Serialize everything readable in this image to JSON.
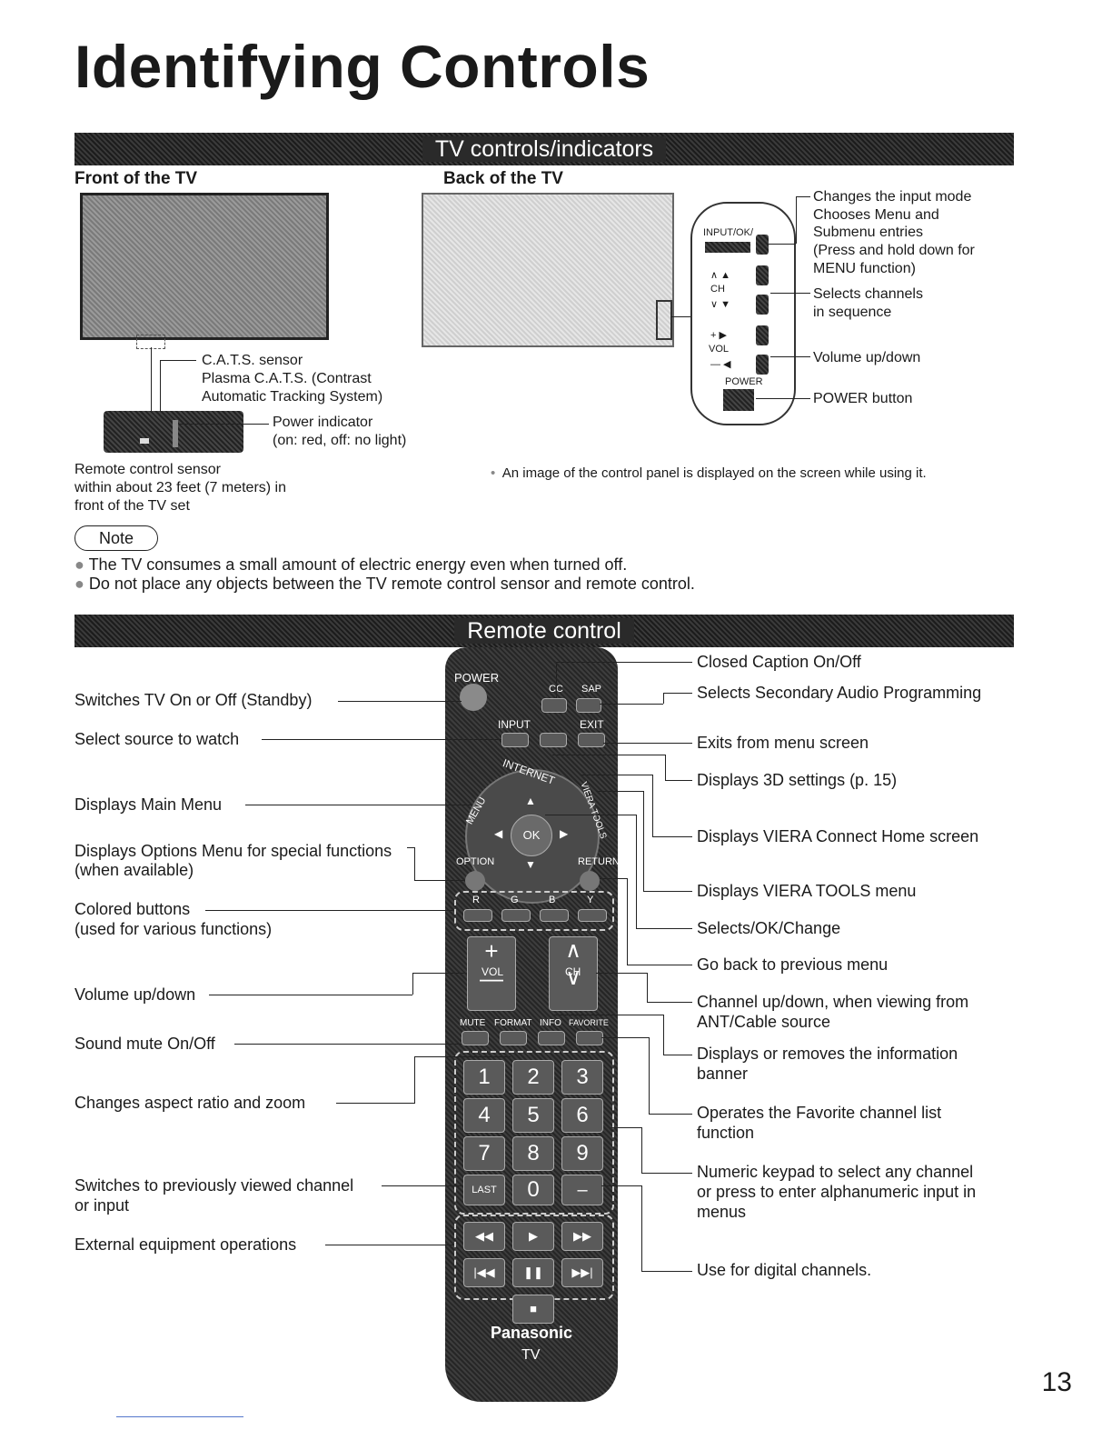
{
  "page_title": "Identifying Controls",
  "tv_section": {
    "bar_label": "TV controls/indicators",
    "front_label": "Front of the TV",
    "back_label": "Back of the TV",
    "cats_1": "C.A.T.S. sensor",
    "cats_2": "Plasma C.A.T.S. (Contrast",
    "cats_3": "Automatic Tracking System)",
    "power_ind_1": "Power indicator",
    "power_ind_2": "(on: red, off: no light)",
    "remote_sensor_1": "Remote control sensor",
    "remote_sensor_2": "within about 23 feet (7 meters) in",
    "remote_sensor_3": "front of the TV set",
    "panel_input": "INPUT/OK/",
    "panel_ch": "CH",
    "panel_vol": "VOL",
    "panel_power": "POWER",
    "back_desc_1a": "Changes the input mode",
    "back_desc_1b": "Chooses Menu and",
    "back_desc_1c": "Submenu entries",
    "back_desc_1d": "(Press and hold down for",
    "back_desc_1e": "MENU function)",
    "back_desc_2a": "Selects channels",
    "back_desc_2b": "in sequence",
    "back_desc_3": "Volume up/down",
    "back_desc_4": "POWER button",
    "panel_note": "An image of the control panel is displayed on the screen while using it."
  },
  "note": {
    "label": "Note",
    "item_1": "The TV consumes a small amount of electric energy even when turned off.",
    "item_2": "Do not place any objects between the TV remote control sensor and remote control."
  },
  "remote_section": {
    "bar_label": "Remote control",
    "left": {
      "power": "Switches TV On or Off (Standby)",
      "input": "Select source to watch",
      "menu": "Displays Main Menu",
      "option_1": "Displays Options Menu for special functions",
      "option_2": "(when available)",
      "colored_1": "Colored buttons",
      "colored_2": "(used for various functions)",
      "volume": "Volume up/down",
      "mute": "Sound mute On/Off",
      "aspect": "Changes aspect ratio and zoom",
      "last_1": "Switches to previously viewed channel",
      "last_2": "or input",
      "external": "External equipment operations"
    },
    "right": {
      "cc": "Closed Caption On/Off",
      "sap": "Selects Secondary Audio Programming",
      "exit": "Exits from menu screen",
      "threed": "Displays 3D settings (p. 15)",
      "internet": "Displays VIERA Connect Home screen",
      "tools": "Displays VIERA TOOLS menu",
      "ok": "Selects/OK/Change",
      "return": "Go back to previous menu",
      "ch_1": "Channel up/down, when viewing from",
      "ch_2": "ANT/Cable source",
      "info_1": "Displays or removes the information",
      "info_2": "banner",
      "fav_1": "Operates the Favorite channel list",
      "fav_2": "function",
      "num_1": "Numeric keypad to select any channel",
      "num_2": "or press to enter alphanumeric input in",
      "num_3": "menus",
      "digital": "Use for digital channels."
    },
    "remote_labels": {
      "power": "POWER",
      "cc": "CC",
      "sap": "SAP",
      "input": "INPUT",
      "exit": "EXIT",
      "internet": "INTERNET",
      "menu": "MENU",
      "tools": "VIERA TOOLS",
      "ok": "OK",
      "option": "OPTION",
      "return": "RETURN",
      "r": "R",
      "g": "G",
      "b": "B",
      "y": "Y",
      "vol": "VOL",
      "ch": "CH",
      "mute": "MUTE",
      "format": "FORMAT",
      "info": "INFO",
      "favorite": "FAVORITE",
      "k1": "1",
      "k2": "2",
      "k3": "3",
      "k4": "4",
      "k5": "5",
      "k6": "6",
      "k7": "7",
      "k8": "8",
      "k9": "9",
      "k0": "0",
      "last": "LAST",
      "brand": "Panasonic",
      "tv": "TV"
    }
  },
  "page_number": "13"
}
